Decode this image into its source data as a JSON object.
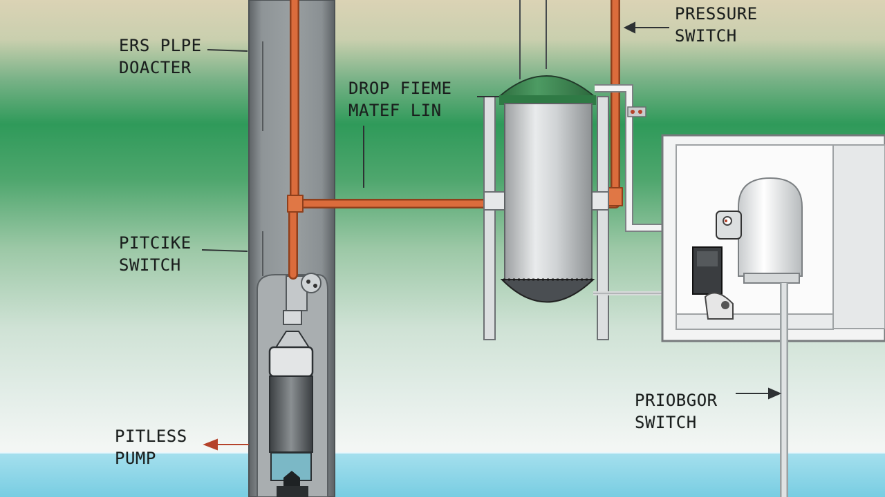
{
  "labels": {
    "ers_pipe": {
      "line1": "ERS PLPE",
      "line2": "DOACTER"
    },
    "drop_pipe": {
      "line1": "DROP FIEME",
      "line2": "MATEF LIN"
    },
    "pressure_switch": {
      "line1": "PRESSURE",
      "line2": "SWITCH"
    },
    "pitcike_switch": {
      "line1": "PITCIKE",
      "line2": "SWITCH"
    },
    "pitless_pump": {
      "line1": "PITLESS",
      "line2": "PUMP"
    },
    "priobgor_switch": {
      "line1": "PRIOBGOR",
      "line2": "SWITCH"
    }
  },
  "colors": {
    "sky_top": "#d8d2b4",
    "band_green": "#2f9a5a",
    "water": "#8fd6e6",
    "pipe_orange": "#d9683a",
    "well_casing": "#7e8386",
    "tank_dome_green": "#3f8f55",
    "label_text": "#1a1e1d"
  }
}
